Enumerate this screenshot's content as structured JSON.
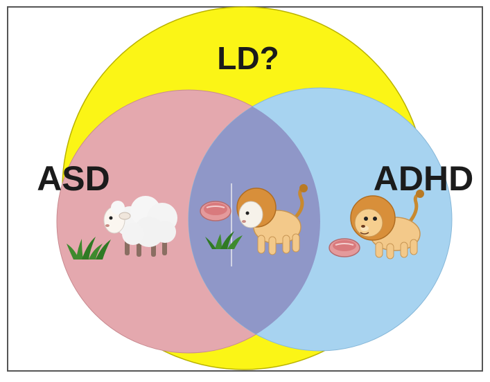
{
  "diagram": {
    "type": "venn",
    "labels": {
      "top": "LD?",
      "left": "ASD",
      "right": "ADHD"
    },
    "colors": {
      "background": "#ffffff",
      "frame": "#555555",
      "ld_circle": "#fbf516",
      "asd_circle": "#e4a8ae",
      "adhd_circle": "#a7d3f0",
      "overlap": "#8f97c8",
      "label_text": "#1b1b1b"
    },
    "illustrations": [
      {
        "region": "asd",
        "items": [
          "sheep-icon",
          "grass-icon"
        ]
      },
      {
        "region": "overlap",
        "items": [
          "meat-icon",
          "sheep-maned-lion-icon",
          "grass-icon"
        ]
      },
      {
        "region": "adhd",
        "items": [
          "lion-icon",
          "meat-icon"
        ]
      }
    ]
  }
}
